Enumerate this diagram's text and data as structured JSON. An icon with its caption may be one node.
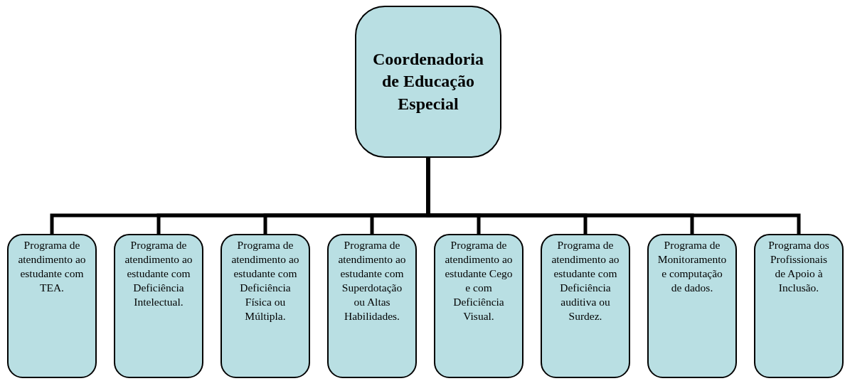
{
  "diagram": {
    "nodes": [
      {
        "text": [
          "Coordenadoria de Educação Especial"
        ]
      },
      {
        "text": [
          "Programa de atendimento ao estudante com TEA."
        ]
      },
      {
        "text": [
          "Programa de atendimento ao estudante com Deficiência Intelectual."
        ]
      },
      {
        "text": [
          "Programa de atendimento ao estudante com Deficiência Física ou Múltipla."
        ]
      },
      {
        "text": [
          "Programa de atendimento ao estudante com Superdotação ou Altas Habilidades."
        ]
      },
      {
        "text": [
          "Programa de atendimento ao estudante Cego e com Deficiência Visual."
        ]
      },
      {
        "text": [
          "Programa de atendimento ao estudante com Deficiência auditiva ou Surdez."
        ]
      },
      {
        "text": [
          "Programa de Monitoramento e computação de dados."
        ]
      },
      {
        "text": [
          "Programa dos Profissionais de Apoio à Inclusão."
        ]
      }
    ],
    "edges": [
      {
        "from": 0,
        "to": 1,
        "arrow": "none"
      },
      {
        "from": 0,
        "to": 2,
        "arrow": "none"
      },
      {
        "from": 0,
        "to": 3,
        "arrow": "none"
      },
      {
        "from": 0,
        "to": 4,
        "arrow": "none"
      },
      {
        "from": 0,
        "to": 5,
        "arrow": "none"
      },
      {
        "from": 0,
        "to": 6,
        "arrow": "none"
      },
      {
        "from": 0,
        "to": 7,
        "arrow": "none"
      },
      {
        "from": 0,
        "to": 8,
        "arrow": "none"
      }
    ]
  }
}
